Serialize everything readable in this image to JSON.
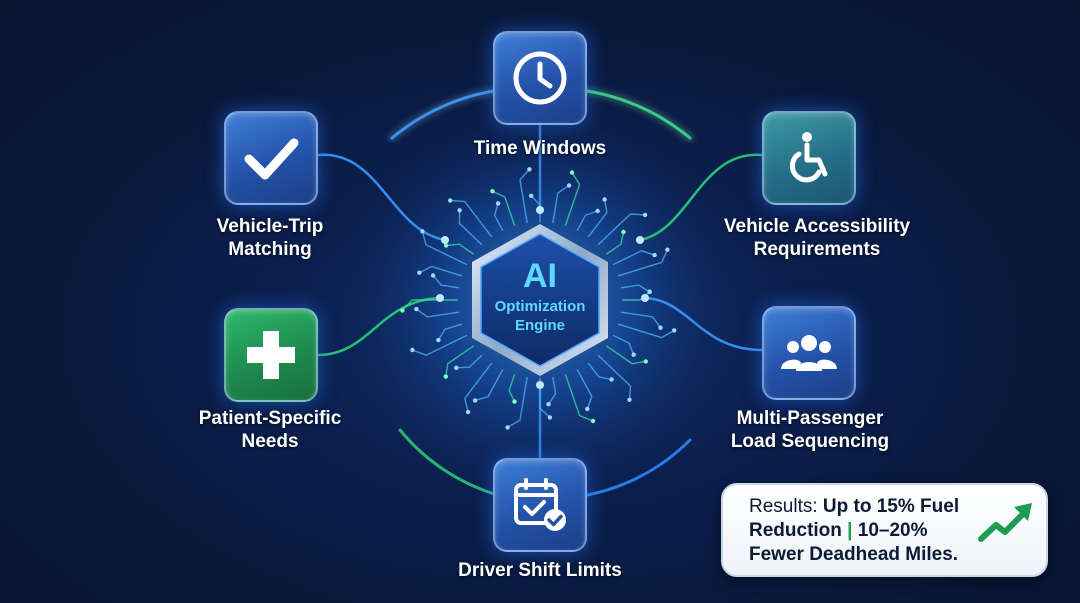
{
  "center": {
    "line1": "AI",
    "line2": "Optimization",
    "line3": "Engine"
  },
  "nodes": [
    {
      "id": "time-windows",
      "label": "Time Windows",
      "icon": "clock-icon"
    },
    {
      "id": "vehicle-accessibility",
      "label": "Vehicle Accessibility\nRequirements",
      "icon": "wheelchair-icon"
    },
    {
      "id": "multi-passenger",
      "label": "Multi-Passenger\nLoad Sequencing",
      "icon": "group-icon"
    },
    {
      "id": "driver-shift",
      "label": "Driver Shift Limits",
      "icon": "calendar-check-icon"
    },
    {
      "id": "patient-needs",
      "label": "Patient-Specific\nNeeds",
      "icon": "plus-icon"
    },
    {
      "id": "vehicle-trip",
      "label": "Vehicle-Trip\nMatching",
      "icon": "checkmark-icon"
    }
  ],
  "results": {
    "lead": "Results: ",
    "fuel": "Up to 15% Fuel Reduction",
    "separator": "|",
    "deadhead": "10–20% Fewer Deadhead Miles."
  },
  "colors": {
    "background": "#0b1f4e",
    "accent_blue": "#2f7fff",
    "accent_green": "#22c26a",
    "center_text": "#5fd8ff"
  }
}
